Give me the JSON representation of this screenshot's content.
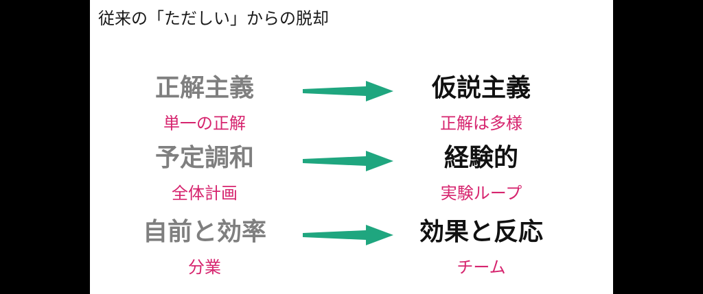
{
  "title": "従来の「ただしい」からの脱却",
  "colors": {
    "background": "#000000",
    "slide": "#ffffff",
    "left_term": "#7f7f7f",
    "right_term": "#111111",
    "subtitle": "#d6246e",
    "arrow": "#1fa67f"
  },
  "rows": [
    {
      "from": {
        "term": "正解主義",
        "sub": "単一の正解"
      },
      "to": {
        "term": "仮説主義",
        "sub": "正解は多様"
      }
    },
    {
      "from": {
        "term": "予定調和",
        "sub": "全体計画"
      },
      "to": {
        "term": "経験的",
        "sub": "実験ループ"
      }
    },
    {
      "from": {
        "term": "自前と効率",
        "sub": "分業"
      },
      "to": {
        "term": "効果と反応",
        "sub": "チーム"
      }
    }
  ]
}
